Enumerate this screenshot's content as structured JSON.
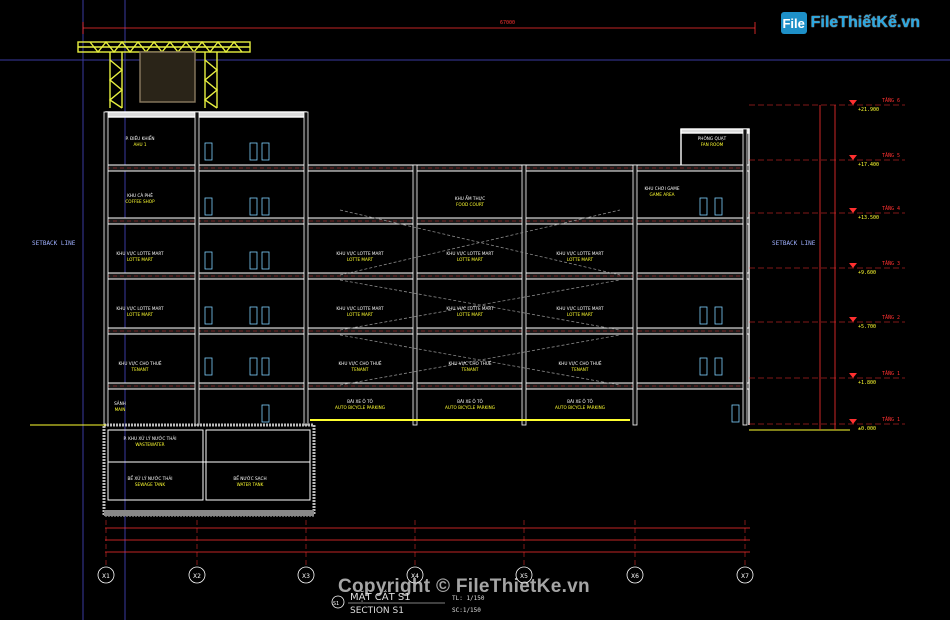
{
  "logo": {
    "mark": "File",
    "text": "FileThiếtKế.vn"
  },
  "watermark": "Copyright © FileThietKe.vn",
  "setback_left": "SETBACK LINE",
  "setback_right": "SETBACK LINE",
  "title": {
    "main": "MẶT CẮT S1",
    "sub": "SECTION S1",
    "scale1": "TL: 1/150",
    "scale2": "SC:1/150",
    "num": "S1"
  },
  "grid_axes": [
    "X1",
    "X2",
    "X3",
    "X4",
    "X5",
    "X6",
    "X7"
  ],
  "levels": [
    {
      "tag": "TẦNG 6",
      "elev": "+21.900"
    },
    {
      "tag": "TẦNG 5",
      "elev": "+17.400"
    },
    {
      "tag": "TẦNG 4",
      "elev": "+13.500"
    },
    {
      "tag": "TẦNG 3",
      "elev": "+9.600"
    },
    {
      "tag": "TẦNG 2",
      "elev": "+5.700"
    },
    {
      "tag": "TẦNG 1",
      "elev": "+1.800"
    },
    {
      "tag": "TẦNG 1",
      "elev": "±0.000"
    }
  ],
  "rooms": [
    {
      "vi": "P. ĐIỀU KHIỂN",
      "en": "AHU 1"
    },
    {
      "vi": "KHU CÀ PHÊ",
      "en": "COFFEE SHOP"
    },
    {
      "vi": "KHU ẨM THỰC",
      "en": "FOOD COURT"
    },
    {
      "vi": "KHU CHƠI GAME",
      "en": "GAME AREA"
    },
    {
      "vi": "PHÒNG QUẠT",
      "en": "FAN ROOM"
    },
    {
      "vi": "KHU VỰC LOTTE MART",
      "en": "LOTTE MART"
    },
    {
      "vi": "KHU VỰC CHO THUÊ",
      "en": "TENANT"
    },
    {
      "vi": "BÃI XE Ô TÔ",
      "en": "AUTO BICYCLE PARKING"
    },
    {
      "vi": "SẢNH",
      "en": "MAIN"
    },
    {
      "vi": "P. KHU XỬ LÝ NƯỚC THẢI",
      "en": "WASTEWATER"
    },
    {
      "vi": "BỂ NƯỚC SẠCH",
      "en": "WATER TANK"
    },
    {
      "vi": "BỂ XỬ LÝ NƯỚC THẢI",
      "en": "SEWAGE TANK"
    }
  ],
  "colors": {
    "background": "#000000",
    "structure": "#ffffff",
    "grid": "#ff3030",
    "dim": "#ff3030",
    "text_yellow": "#ffff30",
    "level_red": "#ff3030",
    "accent_blue": "#3a6cff",
    "tower": "#e8f040"
  }
}
